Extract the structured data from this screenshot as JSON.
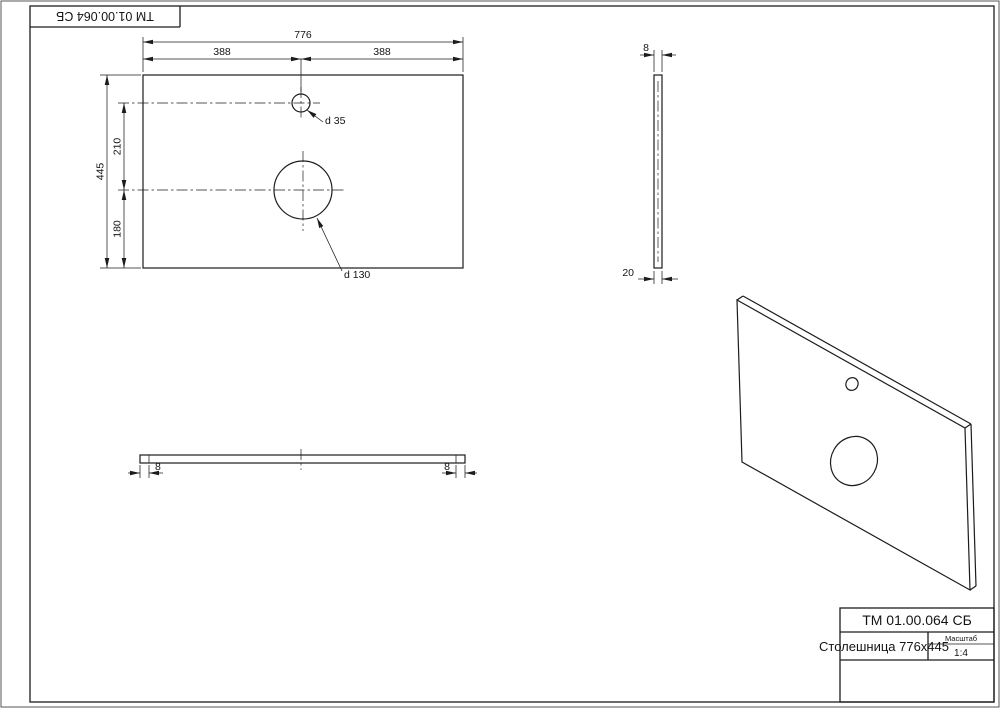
{
  "stamp": {
    "code": "ТМ 01.00.064 СБ"
  },
  "front_view": {
    "width_total": "776",
    "width_left": "388",
    "width_right": "388",
    "height_total": "445",
    "height_upper": "210",
    "height_lower": "180",
    "small_hole": "d 35",
    "large_hole": "d 130"
  },
  "side_view": {
    "thickness": "8",
    "bottom_width": "20"
  },
  "bottom_view": {
    "left_thickness": "8",
    "right_thickness": "8"
  },
  "title_block": {
    "doc_code": "ТМ 01.00.064 СБ",
    "part_name": "Столешница 776x445",
    "scale_label": "Масштаб",
    "scale_value": "1:4"
  }
}
